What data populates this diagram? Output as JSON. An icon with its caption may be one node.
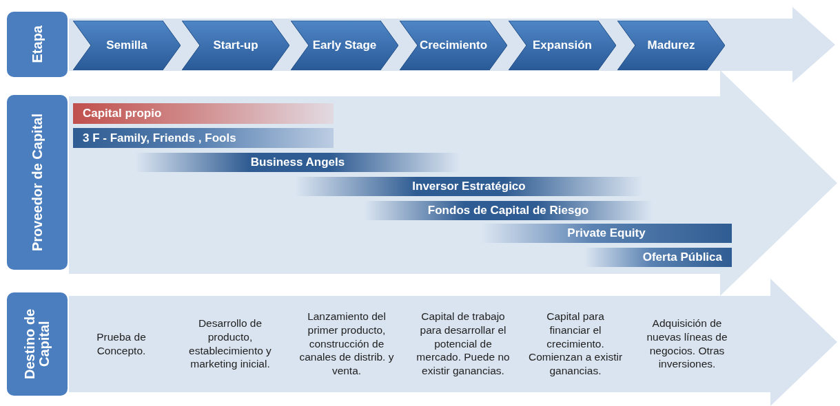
{
  "diagram": {
    "nodes": [
      {
        "text": [
          "Etapa"
        ]
      },
      {
        "text": [
          "Semilla"
        ]
      },
      {
        "text": [
          "Start-up"
        ]
      },
      {
        "text": [
          "Early Stage"
        ]
      },
      {
        "text": [
          "Crecimiento"
        ]
      },
      {
        "text": [
          "Expansión"
        ]
      },
      {
        "text": [
          "Madurez"
        ]
      },
      {
        "text": [
          "Proveedor de Capital"
        ]
      },
      {
        "text": [
          "Capital propio"
        ]
      },
      {
        "text": [
          "3 F - Family, Friends , Fools"
        ]
      },
      {
        "text": [
          "Business Angels"
        ]
      },
      {
        "text": [
          "Inversor Estratégico"
        ]
      },
      {
        "text": [
          "Fondos de Capital de Riesgo"
        ]
      },
      {
        "text": [
          "Private Equity"
        ]
      },
      {
        "text": [
          "Oferta Pública"
        ]
      },
      {
        "text": [
          "Destino de Capital"
        ]
      }
    ],
    "edges": [],
    "labels": [
      "Prueba de Concepto.",
      "Desarrollo de producto, establecimiento y marketing inicial.",
      "Lanzamiento del primer producto, construcción de canales de distrib. y venta.",
      "Capital de trabajo para desarrollar el potencial de mercado. Puede no existir ganancias.",
      "Capital para financiar el crecimiento. Comienzan a existir ganancias.",
      "Adquisición de nuevas líneas de negocios. Otras inversiones."
    ]
  }
}
